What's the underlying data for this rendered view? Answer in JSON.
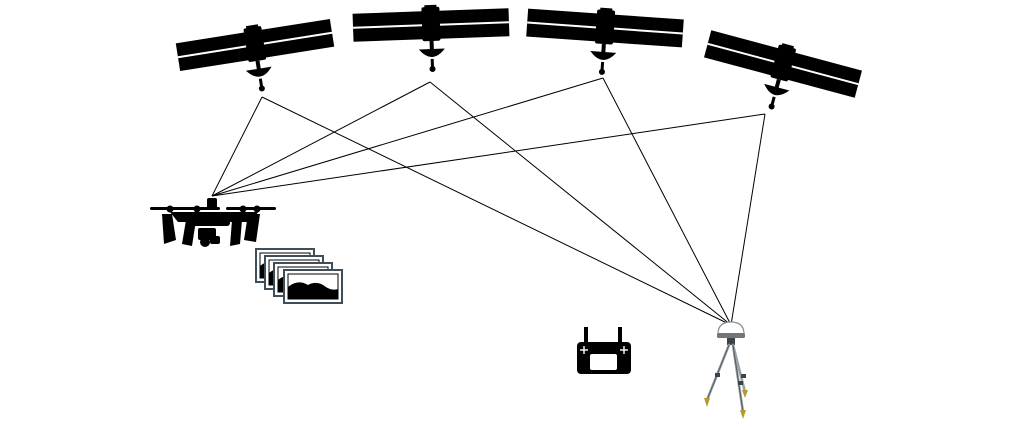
{
  "diagram": {
    "satellites": [
      {
        "id": "sat-1",
        "icon": "satellite-icon"
      },
      {
        "id": "sat-2",
        "icon": "satellite-icon"
      },
      {
        "id": "sat-3",
        "icon": "satellite-icon"
      },
      {
        "id": "sat-4",
        "icon": "satellite-icon"
      }
    ],
    "receivers": [
      {
        "id": "drone",
        "icon": "drone-icon"
      },
      {
        "id": "base-station",
        "icon": "gnss-base-station-tripod-icon"
      }
    ],
    "other_devices": [
      {
        "id": "remote-controller",
        "icon": "remote-controller-icon"
      },
      {
        "id": "aerial-images",
        "icon": "image-stack-icon",
        "count": 4
      }
    ],
    "links": [
      {
        "from": "sat-1",
        "to": "drone"
      },
      {
        "from": "sat-2",
        "to": "drone"
      },
      {
        "from": "sat-3",
        "to": "drone"
      },
      {
        "from": "sat-4",
        "to": "drone"
      },
      {
        "from": "sat-1",
        "to": "base-station"
      },
      {
        "from": "sat-2",
        "to": "base-station"
      },
      {
        "from": "sat-3",
        "to": "base-station"
      },
      {
        "from": "sat-4",
        "to": "base-station"
      }
    ],
    "colors": {
      "ink": "#000000",
      "frame": "#3e4f5a",
      "paper": "#ffffff",
      "tripod_foot": "#b39a2a"
    }
  }
}
